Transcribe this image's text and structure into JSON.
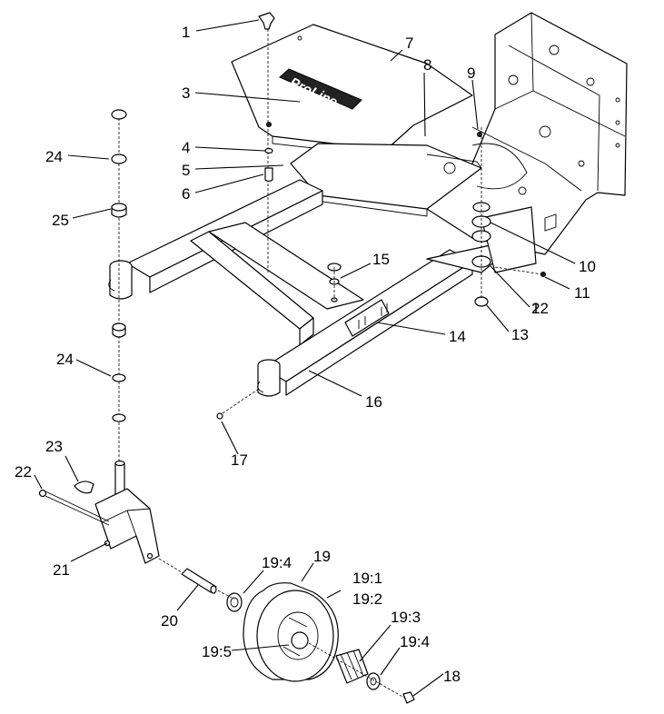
{
  "logo_text": "ProLine",
  "callouts": [
    "1",
    "2",
    "3",
    "4",
    "5",
    "6",
    "7",
    "8",
    "9",
    "10",
    "11",
    "12",
    "13",
    "14",
    "15",
    "16",
    "17",
    "18",
    "19",
    "19:1",
    "19:2",
    "19:3",
    "19:4",
    "19:4",
    "19:5",
    "20",
    "21",
    "22",
    "23",
    "24",
    "24",
    "25"
  ]
}
